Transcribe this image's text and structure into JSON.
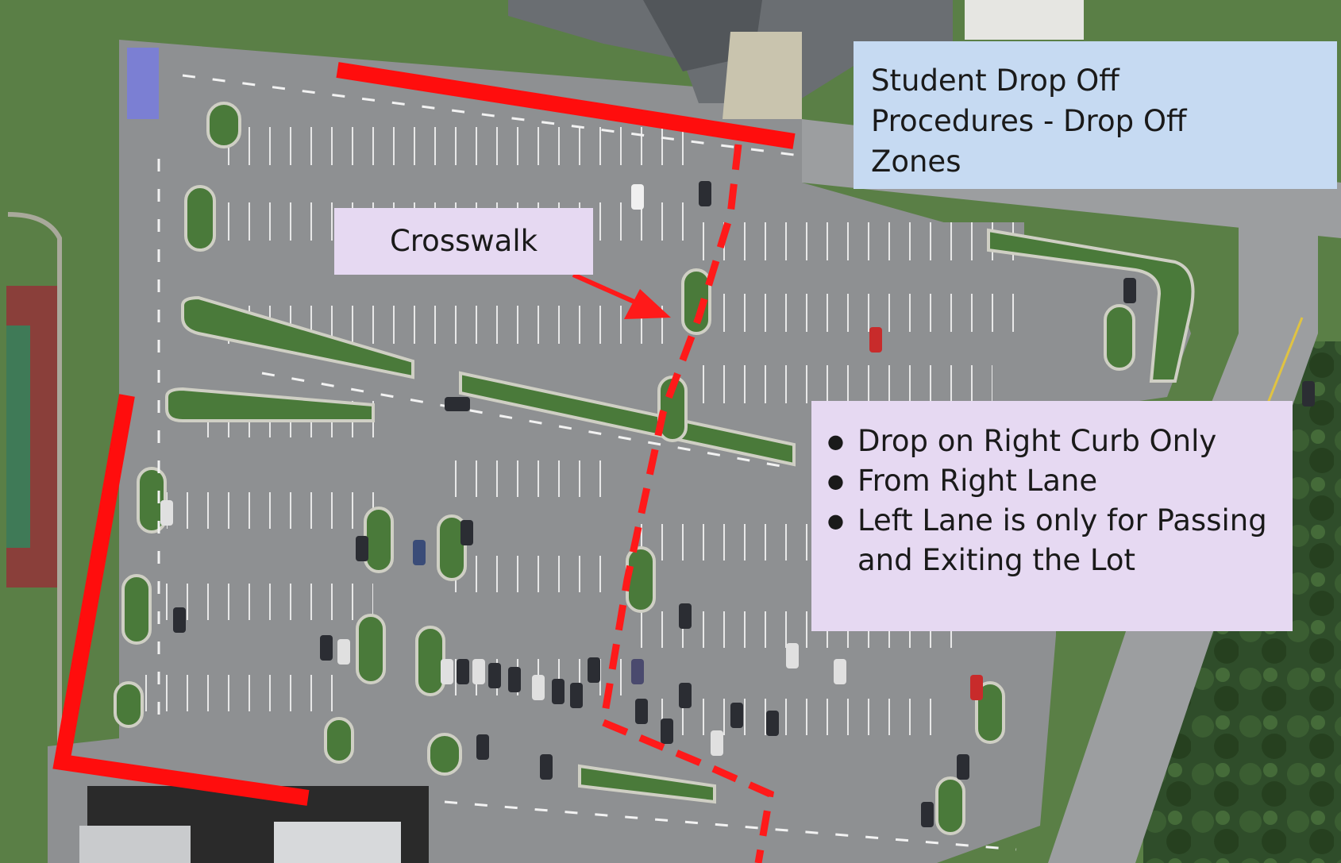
{
  "map": {
    "title_lines": [
      "Student Drop Off",
      "Procedures - Drop Off",
      "Zones"
    ],
    "crosswalk_label": "Crosswalk",
    "rules": [
      "Drop on Right Curb Only",
      "From Right Lane",
      "Left Lane is only for Passing and Exiting the Lot"
    ],
    "colors": {
      "drop_zone": "#ff0d0d",
      "crosswalk_path": "#ff1a1a",
      "title_box": "#c6daf2",
      "note_box": "#e6d9f2",
      "pavement": "#8e9092",
      "grass": "#4f7a3e",
      "roof": "#5f6366"
    },
    "icons": {
      "arrow": "crosswalk-arrow-icon",
      "bullet": "bullet-icon"
    }
  }
}
